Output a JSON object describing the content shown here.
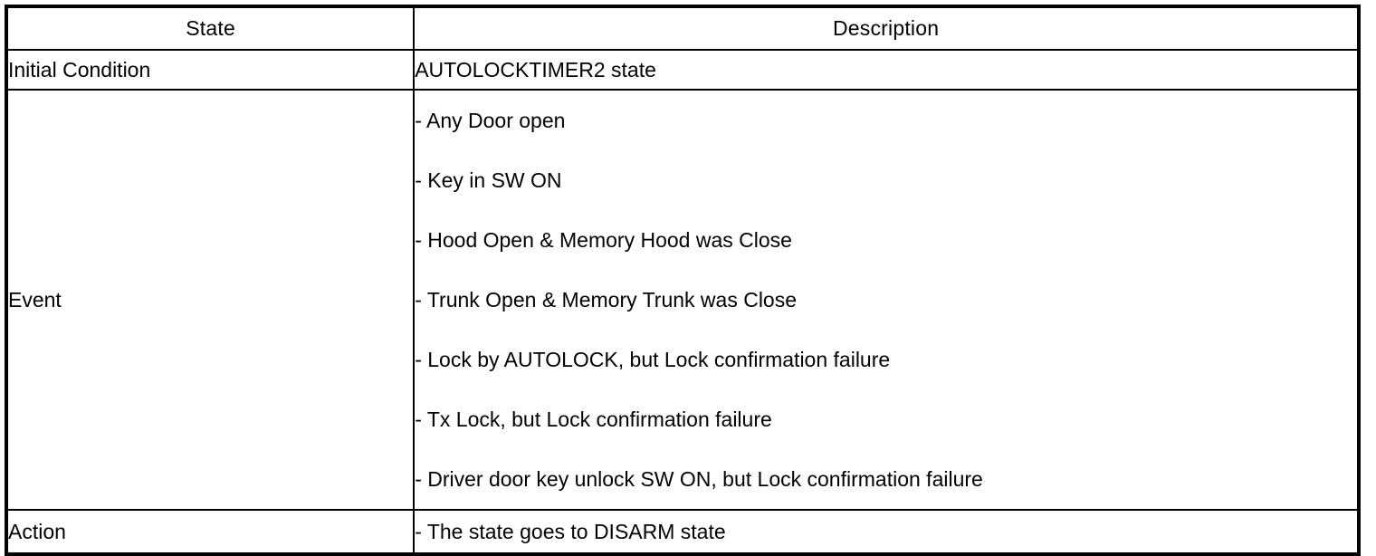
{
  "table": {
    "headers": {
      "state": "State",
      "description": "Description"
    },
    "rows": [
      {
        "state": "Initial Condition",
        "description": "AUTOLOCKTIMER2 state"
      },
      {
        "state": "Event",
        "items": [
          "-  Any Door open",
          "-  Key in SW ON",
          "-  Hood Open & Memory Hood was Close",
          "-  Trunk Open & Memory Trunk was Close",
          "-  Lock by AUTOLOCK, but Lock confirmation failure",
          "-  Tx Lock, but Lock confirmation failure",
          "-  Driver door key unlock SW ON, but Lock confirmation failure"
        ]
      },
      {
        "state": "Action",
        "description": "-  The state goes to DISARM state"
      }
    ]
  },
  "colors": {
    "border": "#000000",
    "text": "#000000",
    "background": "#ffffff"
  }
}
